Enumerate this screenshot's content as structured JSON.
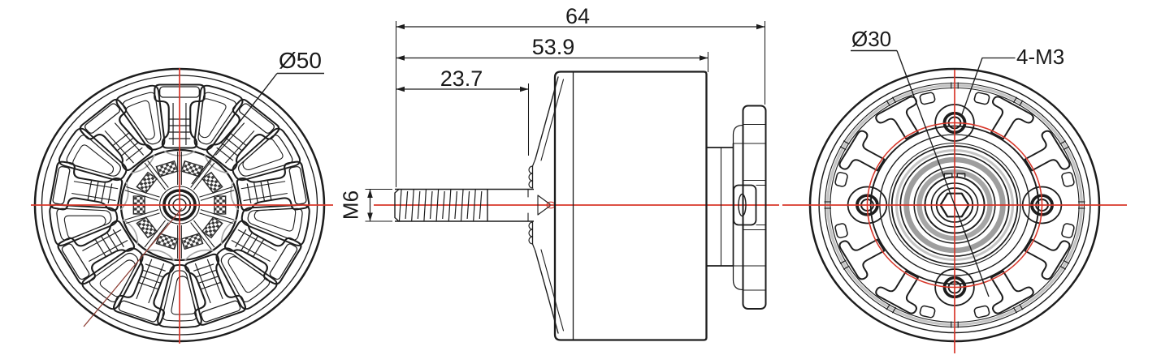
{
  "drawing_type": "three-view engineering drawing of a brushless motor",
  "colors": {
    "ink": "#1d1d1d",
    "centerline_red": "#d8372a",
    "dark_red_leader": "#8e4036",
    "shade_gray": "#a6a6a6",
    "shade_gray_light": "#c4c4c4",
    "magnet_dark": "#3a3a3a",
    "background": "#ffffff"
  },
  "front_view": {
    "diameter_callout": "Ø50"
  },
  "side_view": {
    "overall_length": "64",
    "body_length": "53.9",
    "shaft_length": "23.7",
    "thread_spec": "M6"
  },
  "back_view": {
    "bolt_circle_callout": "Ø30",
    "mounting_holes_callout": "4-M3"
  }
}
